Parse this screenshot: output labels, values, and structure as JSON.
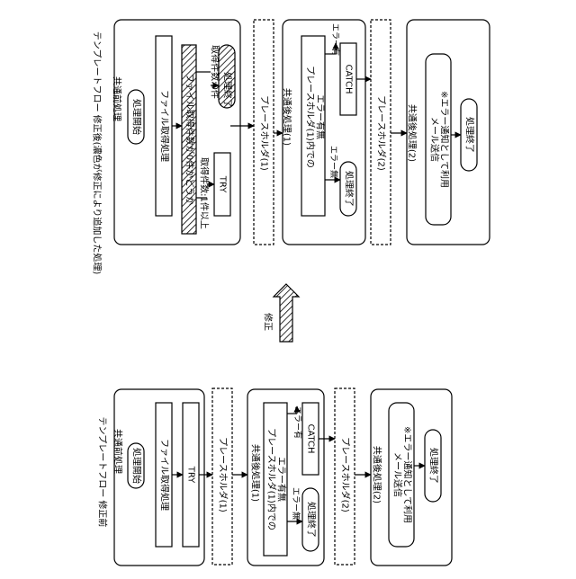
{
  "colors": {
    "stroke": "#000000",
    "hatch": "#000000",
    "background": "#ffffff",
    "guide": "#555555"
  },
  "before": {
    "title": "テンプレートフロー 修正前",
    "pre": {
      "label": "共通前処理",
      "start": "処理開始",
      "file": "ファイル取得処理",
      "try": "TRY"
    },
    "ph1": "プレースホルダ(1)",
    "post": {
      "label": "共通後処理(1)",
      "ph_line1": "プレースホルダ(1)内での",
      "ph_line2": "エラー有無",
      "err_yes": "エラー有",
      "err_no": "エラー無",
      "catch": "CATCH",
      "end": "処理終了"
    },
    "ph2": "プレースホルダ(2)",
    "post2": {
      "label": "共通後処理(2)",
      "mail": "メール送信",
      "note": "※エラー通知として利用",
      "end": "処理終了"
    }
  },
  "arrow_label": "修正",
  "after": {
    "title": "テンプレートフロー 修正後(濃色が修正により追加した処理)",
    "pre": {
      "label": "共通前処理",
      "start": "処理開始",
      "file": "ファイル取得処理",
      "check": "ファイル取得件数が0件かどうか",
      "zero": "取得件数:0件",
      "more": "取得件数:1件以上",
      "end": "処理終了",
      "try": "TRY"
    },
    "ph1": "プレースホルダ(1)",
    "post": {
      "label": "共通後処理(1)",
      "ph_line1": "プレースホルダ(1)内での",
      "ph_line2": "エラー有無",
      "err_yes": "エラー有",
      "err_no": "エラー無",
      "catch": "CATCH",
      "end": "処理終了"
    },
    "ph2": "プレースホルダ(2)",
    "post2": {
      "label": "共通後処理(2)",
      "mail": "メール送信",
      "note": "※エラー通知として利用",
      "end": "処理終了"
    }
  }
}
